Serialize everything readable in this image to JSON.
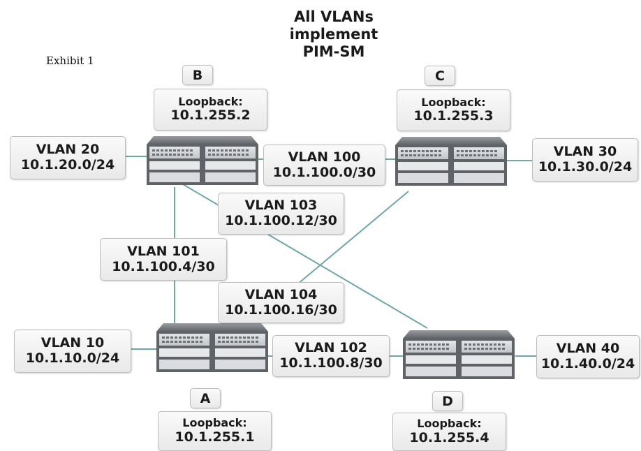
{
  "title": {
    "line1": "All VLANs",
    "line2": "implement",
    "line3": "PIM-SM"
  },
  "exhibit_label": "Exhibit 1",
  "colors": {
    "link": "#6fa6a8",
    "label_bg": "#f2f2f2",
    "label_border": "#bdbdbd",
    "switch_body": "#6e7276"
  },
  "switches": {
    "A": {
      "name": "A",
      "loopback_label": "Loopback:",
      "loopback_ip": "10.1.255.1"
    },
    "B": {
      "name": "B",
      "loopback_label": "Loopback:",
      "loopback_ip": "10.1.255.2"
    },
    "C": {
      "name": "C",
      "loopback_label": "Loopback:",
      "loopback_ip": "10.1.255.3"
    },
    "D": {
      "name": "D",
      "loopback_label": "Loopback:",
      "loopback_ip": "10.1.255.4"
    }
  },
  "vlans": {
    "v10": {
      "name": "VLAN 10",
      "subnet": "10.1.10.0/24"
    },
    "v20": {
      "name": "VLAN 20",
      "subnet": "10.1.20.0/24"
    },
    "v30": {
      "name": "VLAN 30",
      "subnet": "10.1.30.0/24"
    },
    "v40": {
      "name": "VLAN 40",
      "subnet": "10.1.40.0/24"
    },
    "v100": {
      "name": "VLAN 100",
      "subnet": "10.1.100.0/30"
    },
    "v101": {
      "name": "VLAN 101",
      "subnet": "10.1.100.4/30"
    },
    "v102": {
      "name": "VLAN 102",
      "subnet": "10.1.100.8/30"
    },
    "v103": {
      "name": "VLAN 103",
      "subnet": "10.1.100.12/30"
    },
    "v104": {
      "name": "VLAN 104",
      "subnet": "10.1.100.16/30"
    }
  }
}
